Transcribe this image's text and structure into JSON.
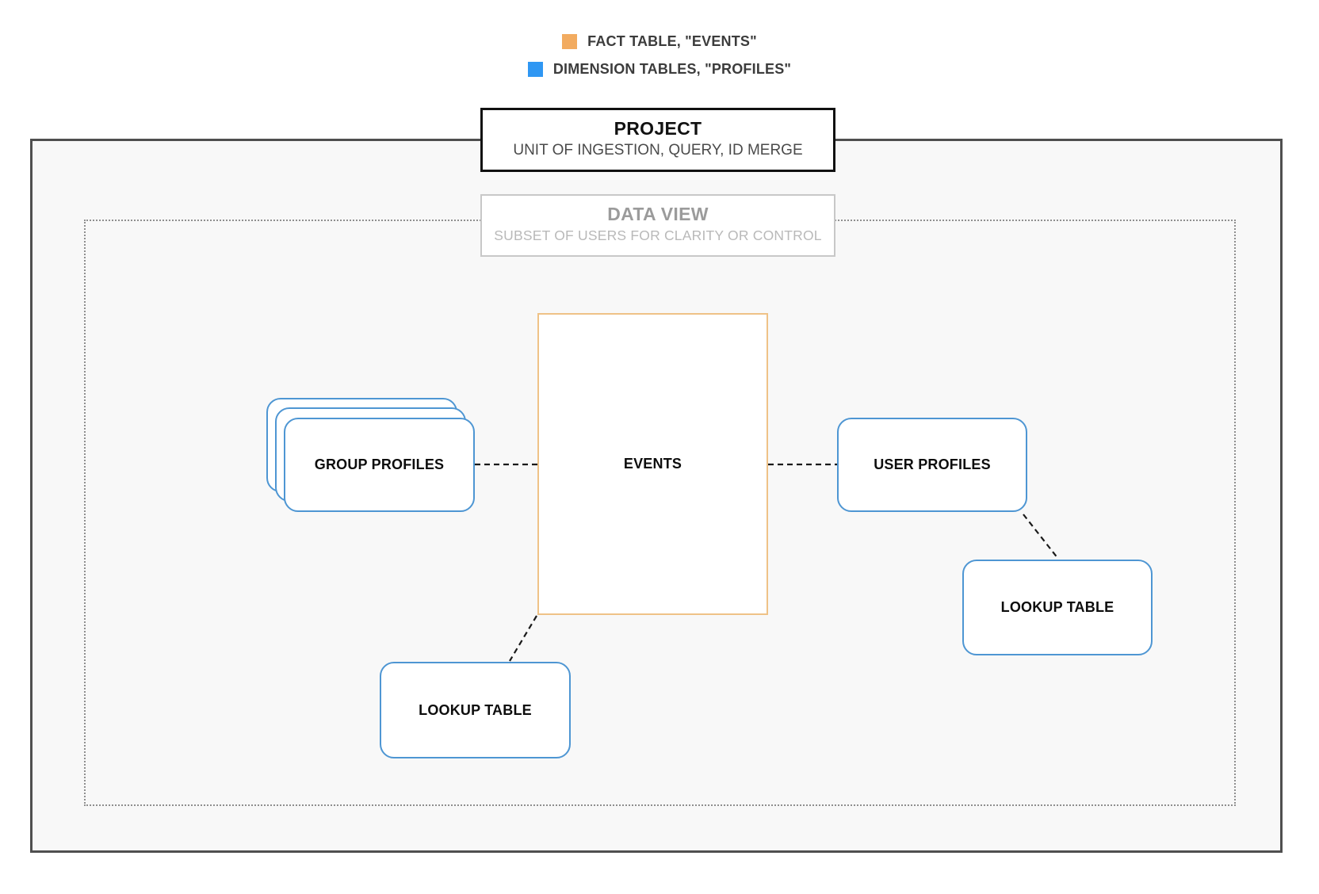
{
  "legend": {
    "items": [
      {
        "label": "FACT TABLE, \"EVENTS\"",
        "color": "#F2AB60"
      },
      {
        "label": "DIMENSION TABLES, \"PROFILES\"",
        "color": "#2F97F3"
      }
    ]
  },
  "project": {
    "title": "PROJECT",
    "subtitle": "UNIT OF INGESTION, QUERY, ID MERGE"
  },
  "data_view": {
    "title": "DATA VIEW",
    "subtitle": "SUBSET OF USERS FOR CLARITY OR CONTROL"
  },
  "nodes": {
    "events": {
      "label": "EVENTS"
    },
    "group_profiles": {
      "label": "GROUP PROFILES"
    },
    "user_profiles": {
      "label": "USER PROFILES"
    },
    "lookup_table_bottom": {
      "label": "LOOKUP TABLE"
    },
    "lookup_table_right": {
      "label": "LOOKUP TABLE"
    }
  },
  "edges": [
    {
      "from": "group_profiles",
      "to": "events",
      "style": "dashed"
    },
    {
      "from": "events",
      "to": "user_profiles",
      "style": "dashed"
    },
    {
      "from": "user_profiles",
      "to": "lookup_table_right",
      "style": "dashed"
    },
    {
      "from": "events",
      "to": "lookup_table_bottom",
      "style": "dashed"
    }
  ],
  "colors": {
    "fact_accent": "#F2AB60",
    "fact_border": "#EFC287",
    "dimension_accent": "#2F97F3",
    "dimension_border": "#4E96D3",
    "project_border": "#4F4F4F",
    "data_view_border": "#8F8F8F",
    "connector": "#1A1A1A"
  }
}
